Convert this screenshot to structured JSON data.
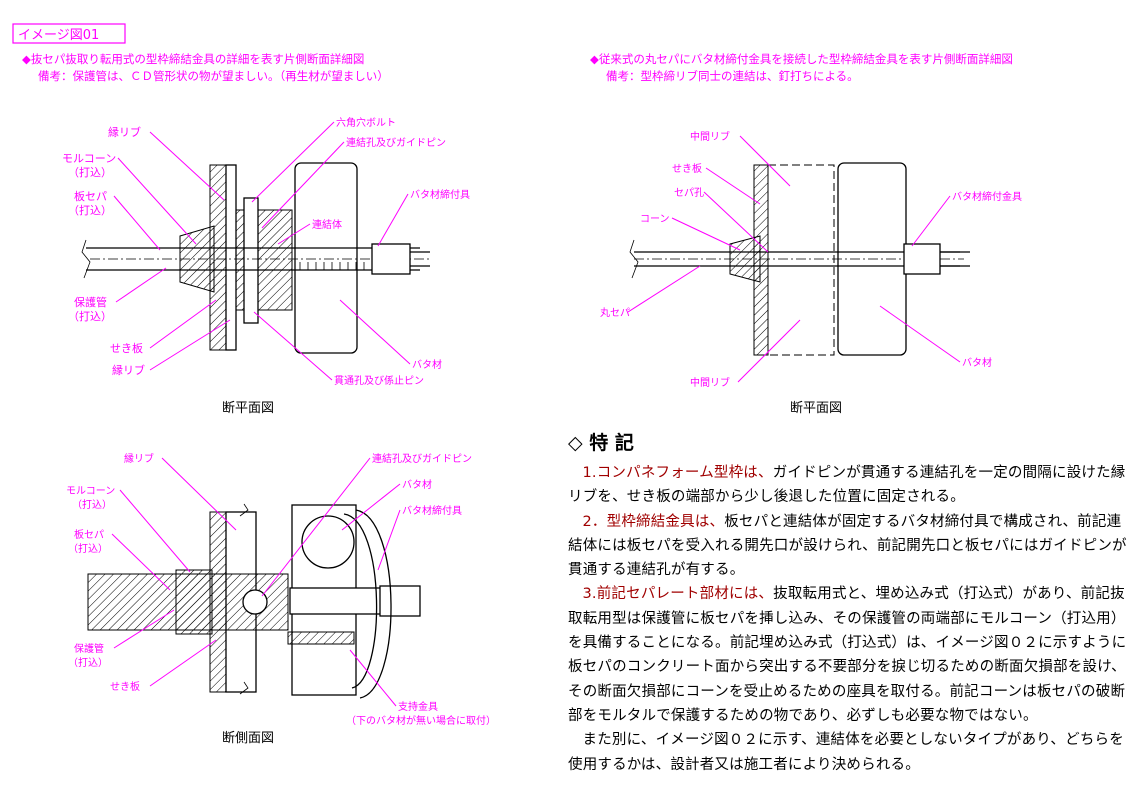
{
  "header": {
    "label": "イメージ図01"
  },
  "left_panel": {
    "title": "◆抜セパ抜取り転用式の型枠締結金具の詳細を表す片側断面詳細図",
    "note": "備考：保護管は、ＣＤ管形状の物が望ましい。（再生材が望ましい）"
  },
  "right_panel": {
    "title": "◆従来式の丸セパにバタ材締付金具を接続した型枠締結金具を表す片側断面詳細図",
    "note": "備考：型枠締リブ同士の連結は、釘打ちによる。"
  },
  "diagram1": {
    "caption": "断平面図",
    "labels": {
      "rib_top": "縁リブ",
      "mortar_cone": "モルコーン",
      "mortar_cone_sub": "（打込）",
      "plate_sep": "板セパ",
      "plate_sep_sub": "（打込）",
      "protect_tube": "保護管",
      "protect_tube_sub": "（打込）",
      "form_plate": "せき板",
      "rib_bottom": "縁リブ",
      "hex_bolt": "六角穴ボルト",
      "link_hole": "連結孔及びガイドピン",
      "connector": "連結体",
      "bata_clamp": "バタ材締付具",
      "bata": "バタ材",
      "through_hole": "貫通孔及び係止ピン"
    }
  },
  "diagram2": {
    "caption": "断平面図",
    "labels": {
      "mid_rib_top": "中間リブ",
      "form_plate": "せき板",
      "sep_hole": "セパ孔",
      "cone": "コーン",
      "round_sep": "丸セパ",
      "mid_rib_bottom": "中間リブ",
      "bata_clamp": "バタ材締付金具",
      "bata": "バタ材"
    }
  },
  "diagram3": {
    "caption": "断側面図",
    "labels": {
      "rib": "縁リブ",
      "mortar_cone": "モルコーン",
      "mortar_cone_sub": "（打込）",
      "plate_sep": "板セパ",
      "plate_sep_sub": "（打込）",
      "protect_tube": "保護管",
      "protect_tube_sub": "（打込）",
      "form_plate": "せき板",
      "link_hole": "連結孔及びガイドピン",
      "bata": "バタ材",
      "bata_clamp": "バタ材締付具",
      "support": "支持金具",
      "support_note": "（下のバタ材が無い場合に取付）"
    }
  },
  "features": {
    "title": "◇ 特 記",
    "p1_hl": "1.コンパネフォーム型枠は、",
    "p1": "ガイドピンが貫通する連結孔を一定の間隔に設けた縁リブを、せき板の端部から少し後退した位置に固定される。",
    "p2_hl": "2．型枠締結金具は、",
    "p2": "板セパと連結体が固定するバタ材締付具で構成され、前記連結体には板セパを受入れる開先口が設けられ、前記開先口と板セパにはガイドピンが貫通する連結孔が有する。",
    "p3_hl": "3.前記セパレート部材には、",
    "p3": "抜取転用式と、埋め込み式（打込式）があり、前記抜取転用型は保護管に板セパを挿し込み、その保護管の両端部にモルコーン（打込用）を具備することになる。前記埋め込み式（打込式）は、イメージ図０２に示すように板セパのコンクリート面から突出する不要部分を捩じ切るための断面欠損部を設け、その断面欠損部にコーンを受止めるための座具を取付る。前記コーンは板セパの破断部をモルタルで保護するための物であり、必ずしも必要な物ではない。",
    "p4": "また別に、イメージ図０２に示す、連結体を必要としないタイプがあり、どちらを使用するかは、設計者又は施工者により決められる。"
  }
}
